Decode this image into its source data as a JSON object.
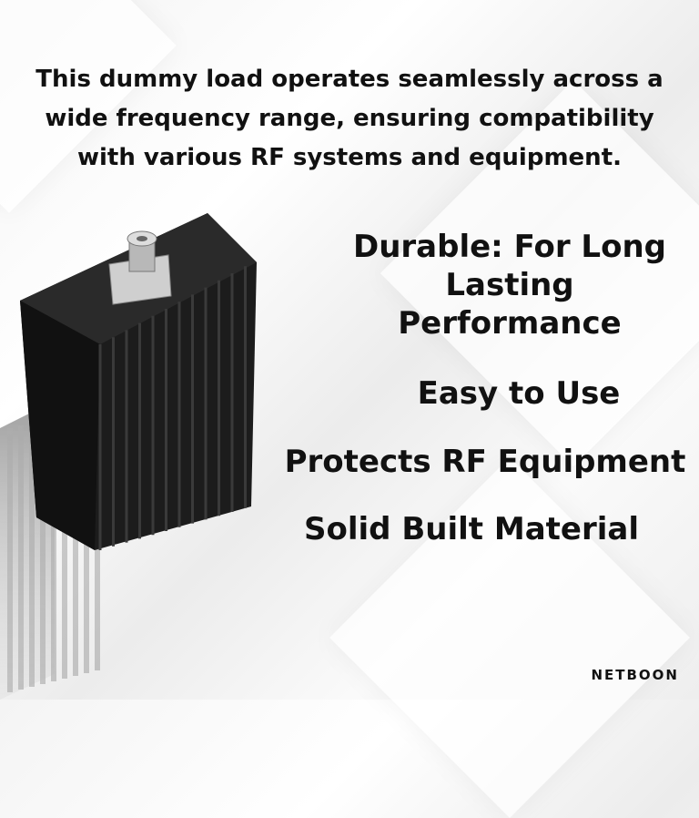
{
  "intro": "This dummy load operates seamlessly across a wide frequency range, ensuring compatibility with various RF systems and equipment.",
  "intro_lines": [
    "This dummy load operates seamlessly across a",
    "wide frequency range, ensuring compatibility",
    "with various RF systems and equipment."
  ],
  "features": [
    {
      "label": "Durable: For Long Lasting Performance",
      "lines": [
        "Durable: For Long",
        "Lasting",
        "Performance"
      ]
    },
    {
      "label": "Easy to Use"
    },
    {
      "label": "Protects RF Equipment"
    },
    {
      "label": "Solid Built Material"
    }
  ],
  "brand": {
    "logo": "NETBOON"
  },
  "product": {
    "image": "rf-dummy-load-heatsink",
    "color": "#1c1c1c"
  }
}
